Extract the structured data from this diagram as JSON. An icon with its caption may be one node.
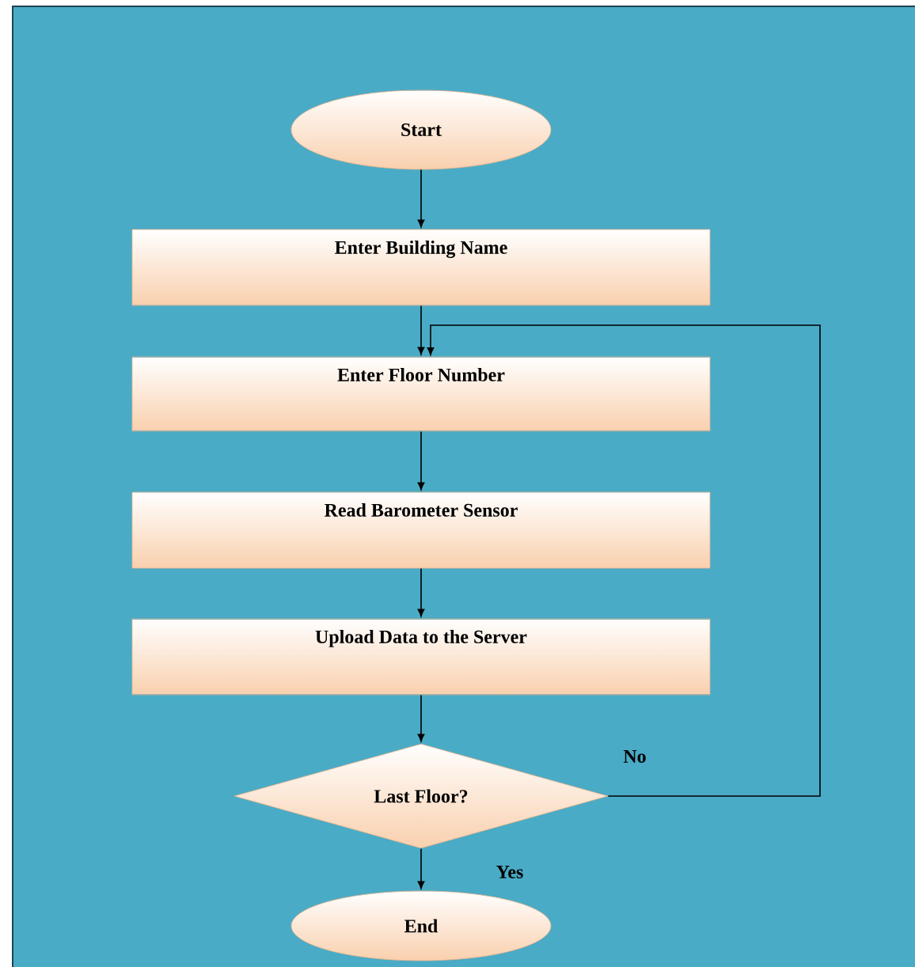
{
  "diagram": {
    "nodes": [
      {
        "text": [
          "Start"
        ]
      },
      {
        "text": [
          "Enter Building Name"
        ]
      },
      {
        "text": [
          "Enter Floor Number"
        ]
      },
      {
        "text": [
          "Read Barometer Sensor"
        ]
      },
      {
        "text": [
          "Upload Data to the Server"
        ]
      },
      {
        "text": [
          "Last Floor?"
        ]
      },
      {
        "text": [
          "End"
        ]
      }
    ],
    "edges": [
      {
        "from": 0,
        "to": 1,
        "arrow": "to"
      },
      {
        "from": 1,
        "to": 2,
        "arrow": "to"
      },
      {
        "from": 2,
        "to": 3,
        "arrow": "to"
      },
      {
        "from": 3,
        "to": 4,
        "arrow": "to"
      },
      {
        "from": 4,
        "to": 5,
        "arrow": "to"
      },
      {
        "from": 5,
        "to": 6,
        "arrow": "to",
        "label": "Yes"
      },
      {
        "from": 5,
        "to": 2,
        "arrow": "to",
        "label": "No"
      }
    ]
  }
}
